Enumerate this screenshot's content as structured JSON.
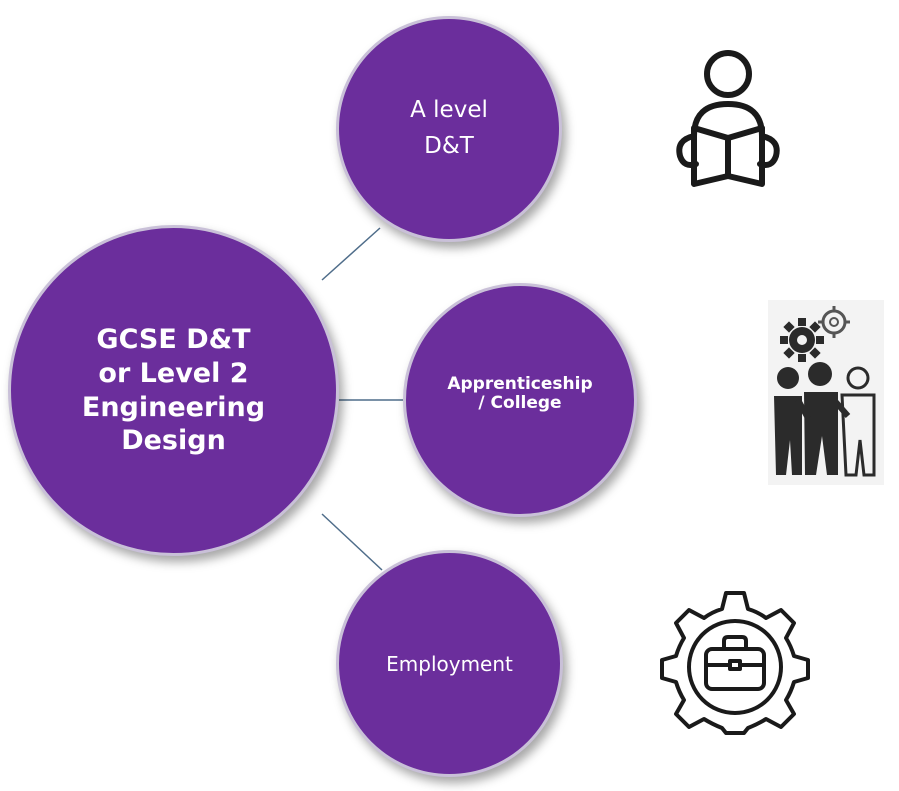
{
  "diagram": {
    "center_node": {
      "label": "GCSE D&T\n or Level 2\nEngineering\nDesign"
    },
    "nodes": [
      {
        "id": "a-level",
        "label": "A level\nD&T",
        "icon": "person-reading-book-icon"
      },
      {
        "id": "apprenticeship",
        "label": "Apprenticeship\n/ College",
        "icon": "team-with-gears-icon"
      },
      {
        "id": "employment",
        "label": "Employment",
        "icon": "gear-briefcase-icon"
      }
    ]
  },
  "colors": {
    "node_fill": "#6b2e9c",
    "node_border": "#c9c0d8",
    "connector": "#4f6d8a",
    "text": "#ffffff"
  }
}
